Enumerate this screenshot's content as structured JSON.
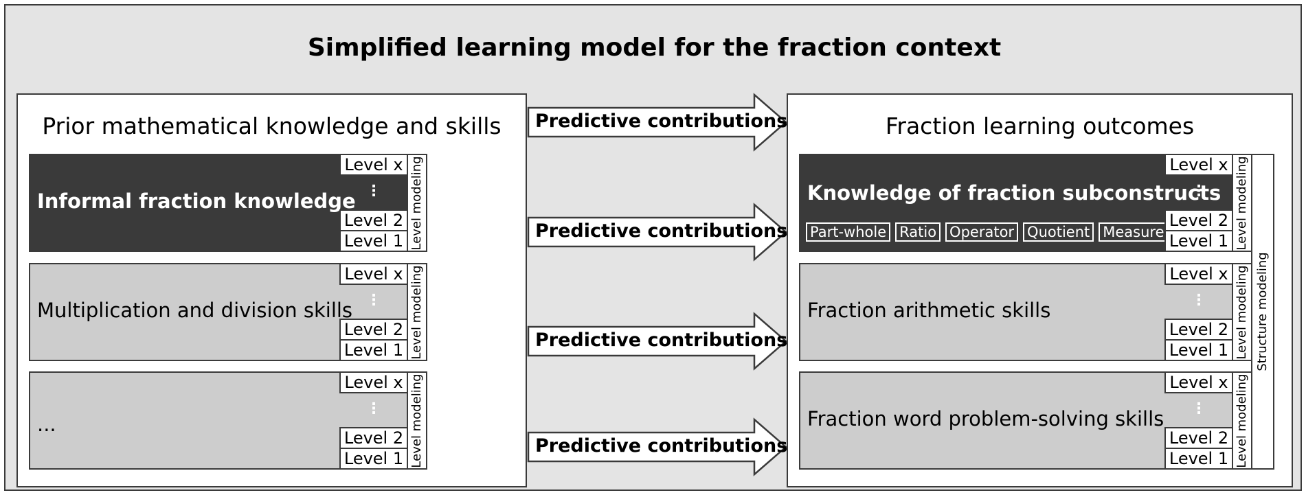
{
  "title": "Simplified learning model for the fraction context",
  "left_panel": {
    "title": "Prior mathematical knowledge and skills",
    "boxes": [
      {
        "label": "Informal fraction knowledge",
        "level_x": "Level x",
        "dots": "⋮",
        "level_2": "Level 2",
        "level_1": "Level 1",
        "side": "Level modeling"
      },
      {
        "label": "Multiplication and division skills",
        "level_x": "Level x",
        "dots": "⋮",
        "level_2": "Level 2",
        "level_1": "Level 1",
        "side": "Level modeling"
      },
      {
        "label": "...",
        "level_x": "Level x",
        "dots": "⋮",
        "level_2": "Level 2",
        "level_1": "Level 1",
        "side": "Level modeling"
      }
    ]
  },
  "arrows": [
    {
      "label": "Predictive contributions"
    },
    {
      "label": "Predictive contributions"
    },
    {
      "label": "Predictive contributions"
    },
    {
      "label": "Predictive contributions"
    }
  ],
  "right_panel": {
    "title": "Fraction learning outcomes",
    "structure_label": "Structure modeling",
    "boxes": [
      {
        "label": "Knowledge of fraction subconstructs",
        "level_x": "Level x",
        "dots": "⋮",
        "level_2": "Level 2",
        "level_1": "Level 1",
        "side": "Level modeling",
        "tags": [
          "Part-whole",
          "Ratio",
          "Operator",
          "Quotient",
          "Measure"
        ]
      },
      {
        "label": "Fraction arithmetic skills",
        "level_x": "Level x",
        "dots": "⋮",
        "level_2": "Level 2",
        "level_1": "Level 1",
        "side": "Level modeling"
      },
      {
        "label": "Fraction word problem-solving skills",
        "level_x": "Level x",
        "dots": "⋮",
        "level_2": "Level 2",
        "level_1": "Level 1",
        "side": "Level modeling"
      }
    ]
  },
  "colors": {
    "dark_box": "#3a3a3a",
    "light_box": "#cdcdcd",
    "background": "#e4e4e4"
  }
}
